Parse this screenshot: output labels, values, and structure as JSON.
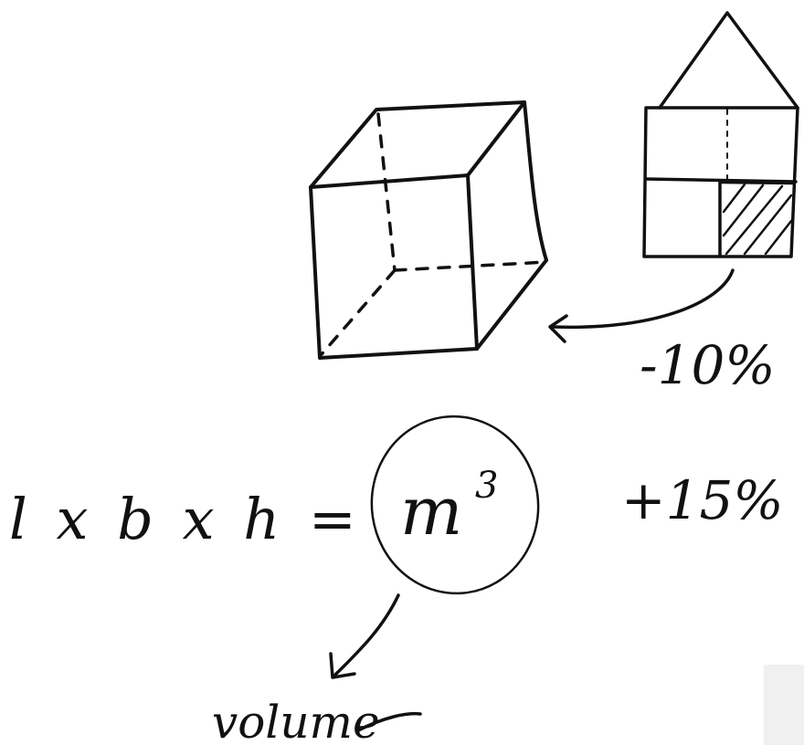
{
  "annotations": {
    "minus_percent": "-10%",
    "plus_percent": "+15%",
    "formula": "l x b x h =",
    "unit_base": "m",
    "unit_exponent": "3",
    "result_label": "volume"
  },
  "colors": {
    "ink": "#111111",
    "background": "#ffffff",
    "corner_panel": "#f0f0f0"
  }
}
